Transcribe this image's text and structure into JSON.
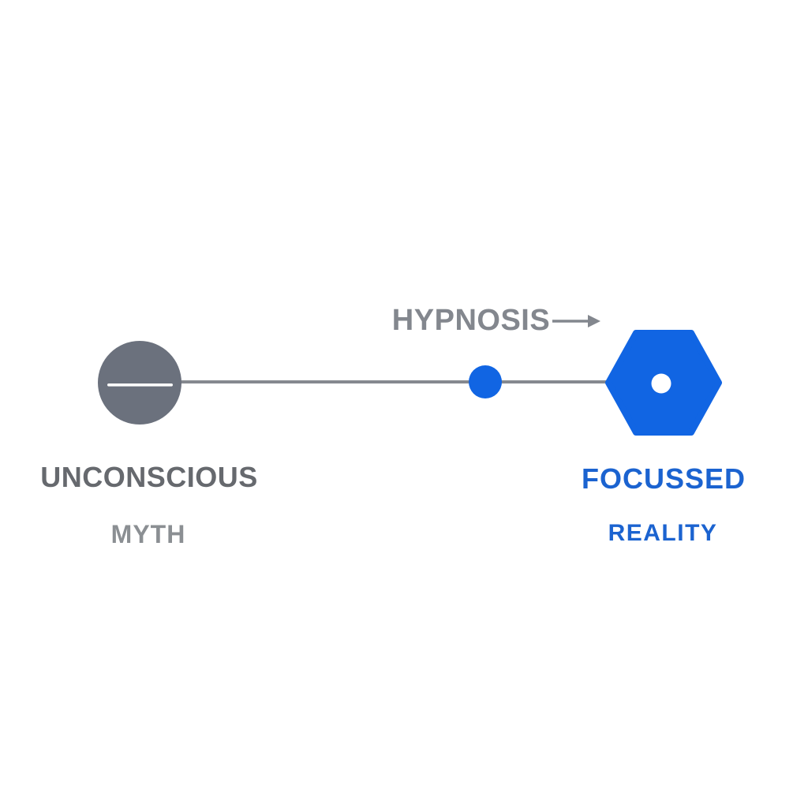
{
  "diagram": {
    "spectrum": {
      "label": "HYPNOSIS",
      "left": {
        "title": "UNCONSCIOUS",
        "subtitle": "MYTH"
      },
      "right": {
        "title": "FOCUSSED",
        "subtitle": "REALITY"
      }
    },
    "colors": {
      "background": "#ffffff",
      "node_gray": "#6b717d",
      "line_gray": "#85898f",
      "label_gray": "#83878e",
      "title_gray": "#66696e",
      "subtitle_gray": "#8b8f93",
      "shape_blue": "#1165e3",
      "text_blue": "#1b63d0"
    }
  }
}
